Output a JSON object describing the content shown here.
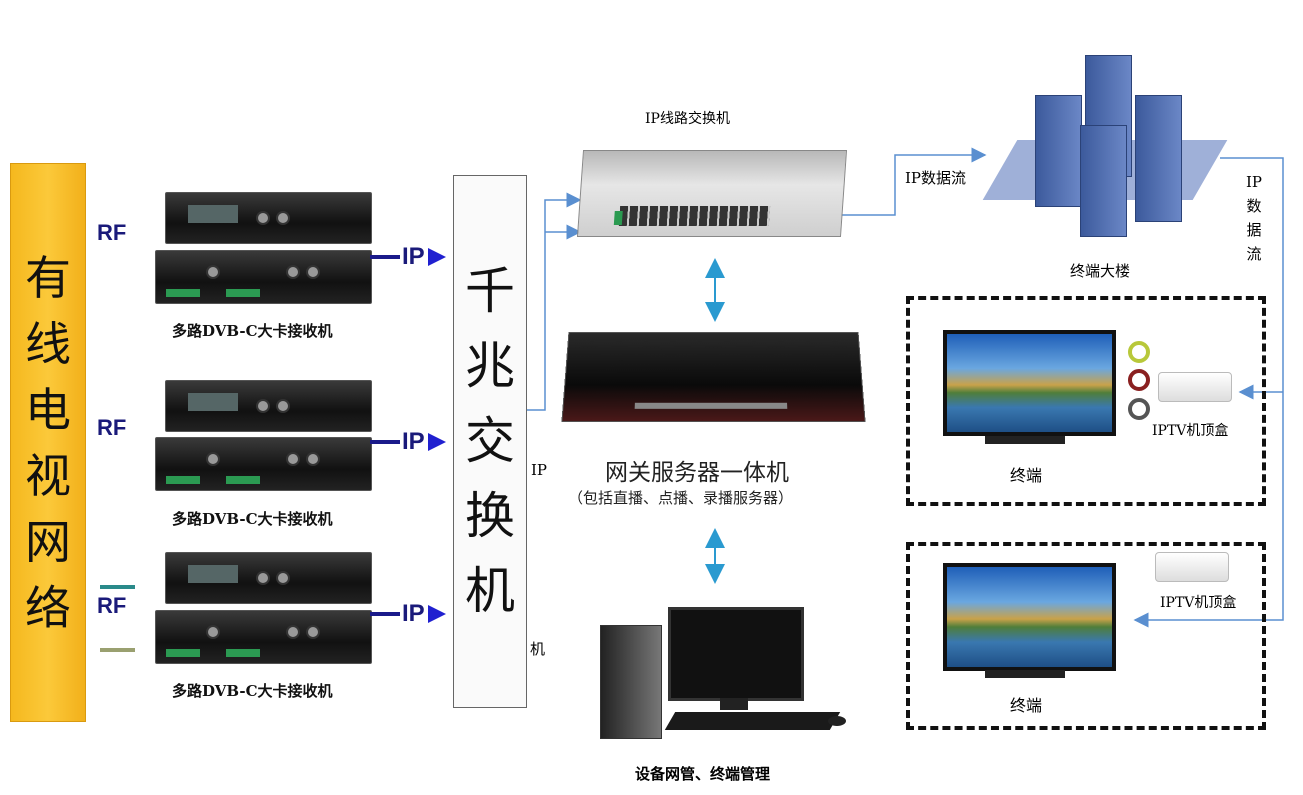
{
  "cable_tv_network": {
    "chars": [
      "有",
      "线",
      "电",
      "视",
      "网",
      "络"
    ]
  },
  "receivers": [
    {
      "label": "多路DVB-C大卡接收机",
      "input": "RF",
      "output": "IP"
    },
    {
      "label": "多路DVB-C大卡接收机",
      "input": "RF",
      "output": "IP"
    },
    {
      "label": "多路DVB-C大卡接收机",
      "input": "RF",
      "output": "IP"
    }
  ],
  "gigabit_switch": {
    "chars": [
      "千",
      "兆",
      "交",
      "换",
      "机"
    ],
    "side_ip": "IP",
    "side_ji": "机"
  },
  "ip_line_switch": {
    "label": "IP线路交换机"
  },
  "gateway": {
    "title": "网关服务器一体机",
    "subtitle": "（包括直播、点播、录播服务器）"
  },
  "management": {
    "label": "设备网管、终端管理"
  },
  "building": {
    "label": "终端大楼",
    "flow_label": "IP数据流",
    "side_flow": [
      "IP",
      "数",
      "据",
      "流"
    ]
  },
  "terminals": [
    {
      "label": "终端",
      "stb_label": "IPTV机顶盒"
    },
    {
      "label": "终端",
      "stb_label": "IPTV机顶盒"
    }
  ],
  "colors": {
    "orange": "#fbc93a",
    "arrow_blue": "#5a8fd0",
    "dark_blue": "#1a1a7a"
  }
}
